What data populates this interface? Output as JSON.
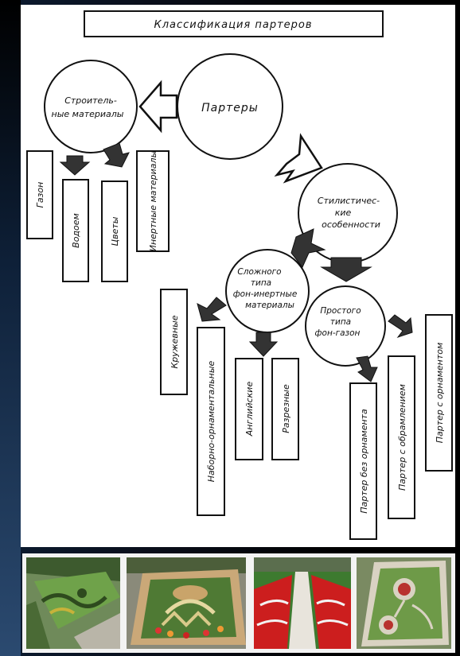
{
  "diagram": {
    "title": "Классификация партеров",
    "center": "Партеры",
    "building_materials": [
      "Строитель-",
      "ные материалы"
    ],
    "stylistic": [
      "Стилистичес-",
      "кие",
      "особенности"
    ],
    "complex_type": [
      "Сложного",
      "типа",
      "фон-инертные",
      "материалы"
    ],
    "simple_type": [
      "Простого",
      "типа",
      "фон-газон"
    ],
    "materials_items": [
      "Газон",
      "Водоем",
      "Цветы",
      "Инертные материалы"
    ],
    "complex_items": [
      "Кружевные",
      "Наборно-орнаментальные",
      "Английские",
      "Разрезные"
    ],
    "simple_items": [
      "Партер без орнамента",
      "Партер с обрамлением",
      "Партер с орнаментом"
    ]
  },
  "photos": [
    {
      "name": "lawn-parterre-photo",
      "alt": "parterre photo 1"
    },
    {
      "name": "embroidered-parterre-photo",
      "alt": "parterre photo 2"
    },
    {
      "name": "flower-parterre-photo",
      "alt": "parterre photo 3"
    },
    {
      "name": "framed-lawn-parterre-photo",
      "alt": "parterre photo 4"
    }
  ]
}
